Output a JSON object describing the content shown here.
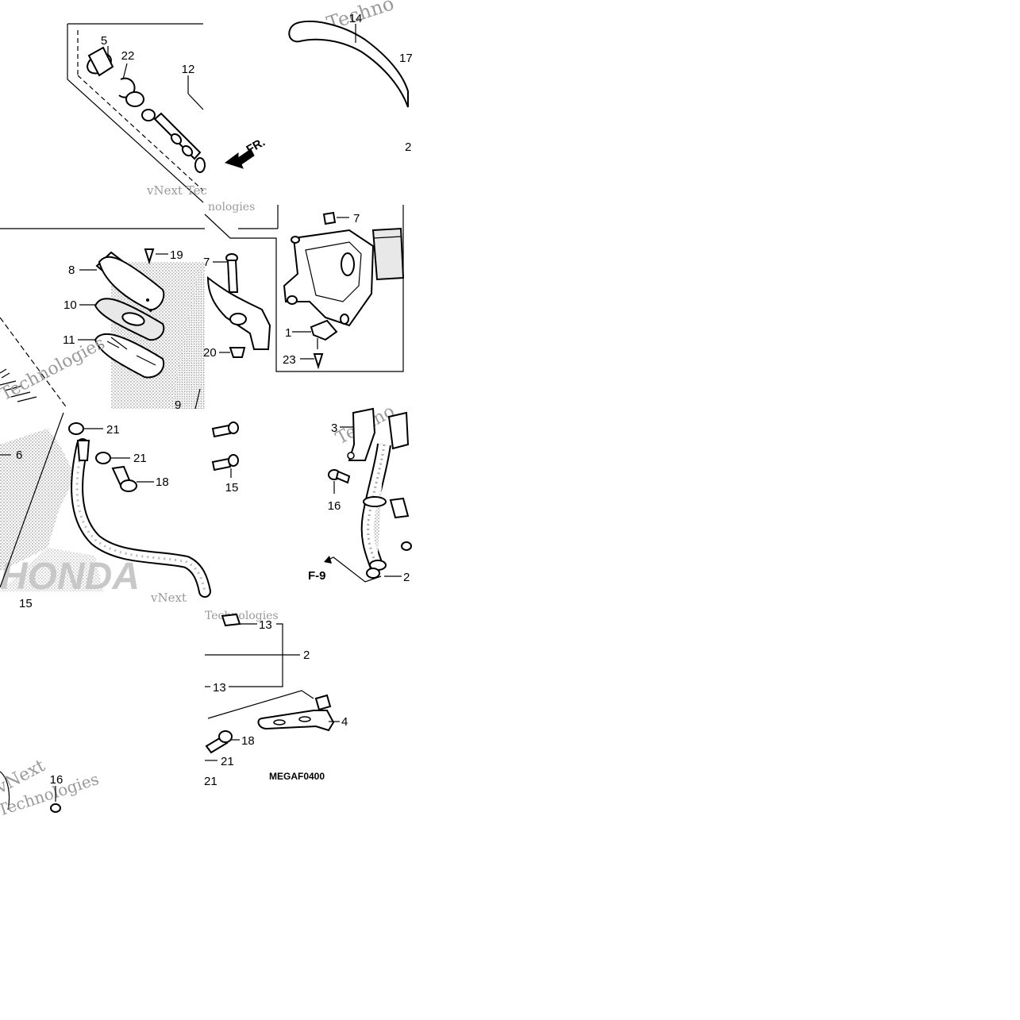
{
  "diagram": {
    "callouts": {
      "c5": "5",
      "c22": "22",
      "c12": "12",
      "c14": "14",
      "c17": "17",
      "c7a": "7",
      "c7b": "7",
      "c8": "8",
      "c19": "19",
      "c10": "10",
      "c11": "11",
      "c1": "1",
      "c23": "23",
      "c20": "20",
      "c9": "9",
      "c21a": "21",
      "c21b": "21",
      "c6": "6",
      "c18a": "18",
      "c15a": "15",
      "c15b": "15",
      "c3": "3",
      "c16a": "16",
      "c13a": "13",
      "c2": "2",
      "c13b": "13",
      "c4": "4",
      "c18b": "18",
      "c21c": "21",
      "c21d": "21",
      "c16b": "16"
    },
    "direction_label": "FR.",
    "reference": "F-9",
    "drawing_code": "MEGAF0400",
    "watermark": "vNext Technologies",
    "watermark_fragments": [
      "Techno",
      "vNext Tec",
      "nologies",
      "Techno",
      "Technologies",
      "vNext",
      "Technologies",
      "vNext",
      "Technologies"
    ],
    "brand_watermark": "HONDA"
  }
}
